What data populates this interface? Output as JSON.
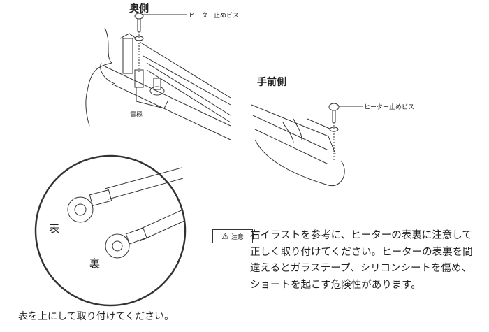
{
  "back_side": {
    "title": "奥側",
    "screw_label": "ヒーター止めビス",
    "electrode_label": "電極"
  },
  "front_side": {
    "title": "手前側",
    "screw_label": "ヒーター止めビス"
  },
  "detail": {
    "front_label": "表",
    "back_label": "裏",
    "caption": "表を上にして取り付けてください。"
  },
  "caution": {
    "badge": "注意",
    "icon": "warning-triangle-icon",
    "text": "右イラストを参考に、ヒーターの表裏に注意して正しく取り付けてください。ヒーターの表裏を間違えるとガラステープ、シリコンシートを傷め、ショートを起こす危険性があります。"
  }
}
